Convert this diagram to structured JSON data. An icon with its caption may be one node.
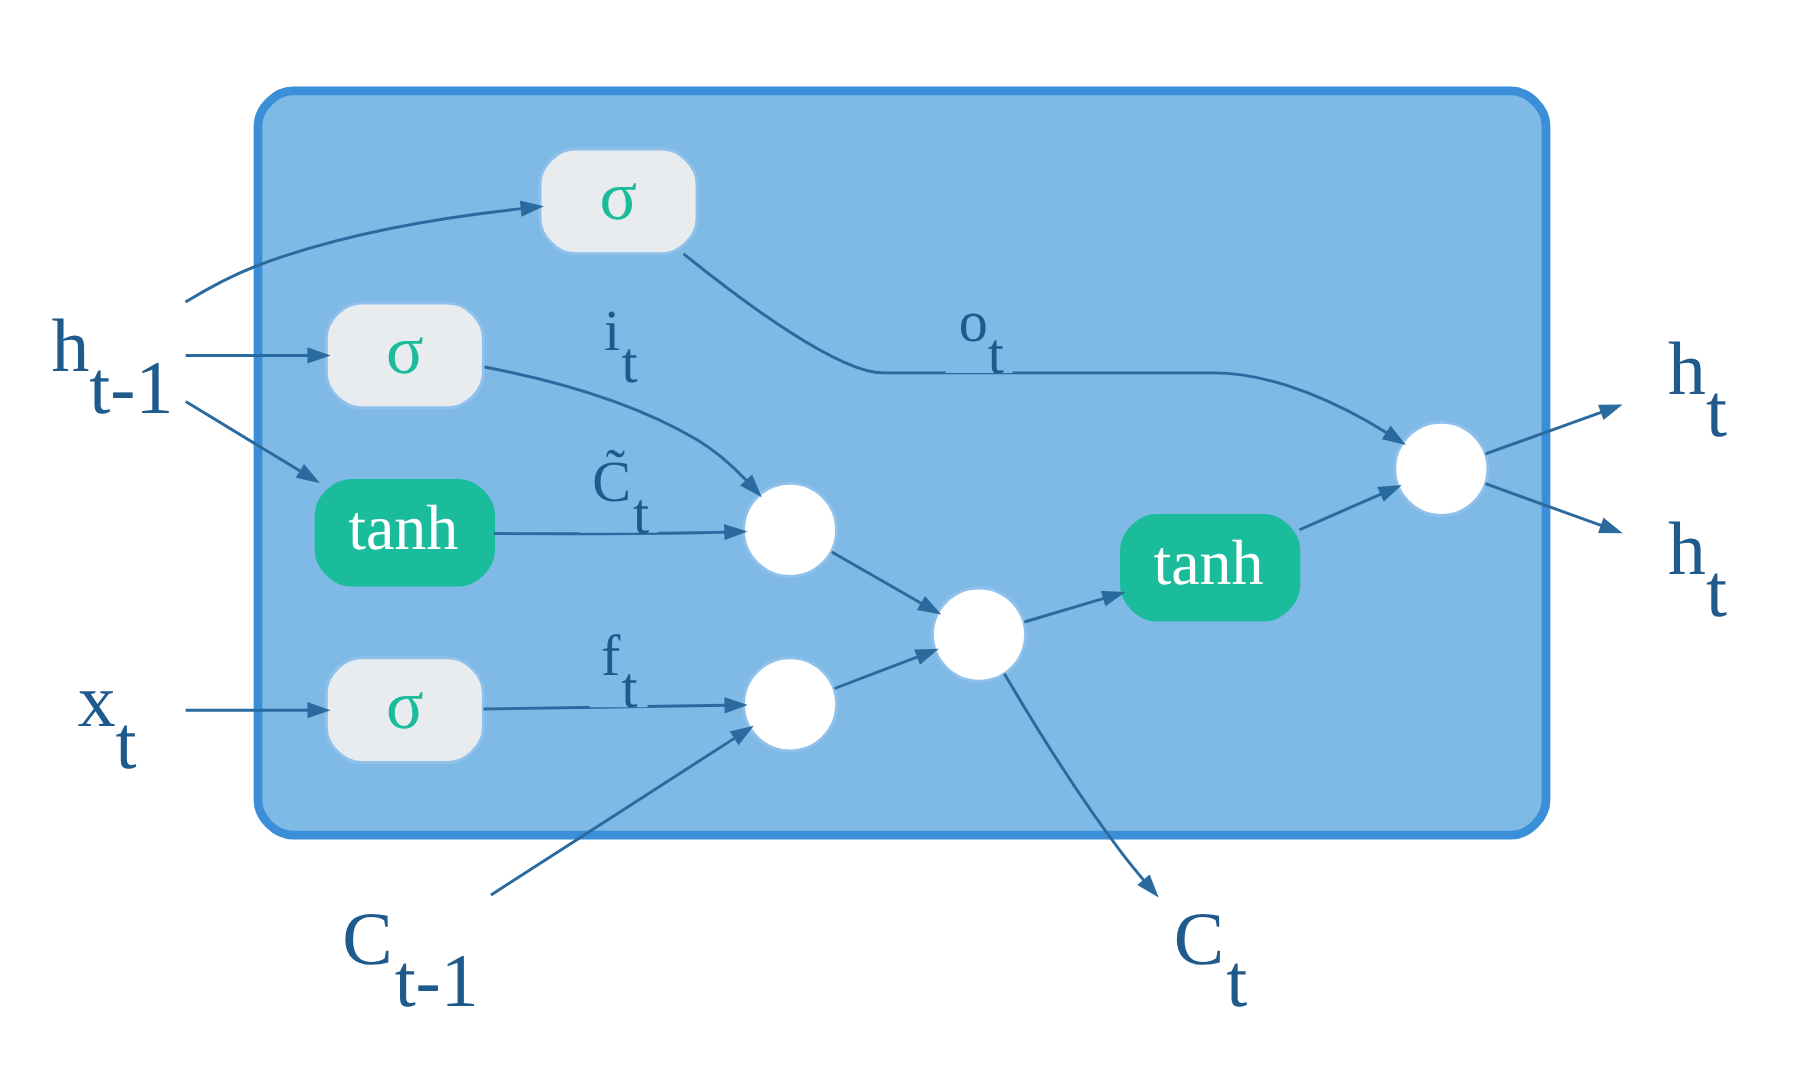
{
  "diagram": {
    "nodes": [
      {
        "text": [],
        "shape": "box"
      },
      {
        "text": [
          "C$_{t-1}$"
        ]
      },
      {
        "text": [
          "h$_{t}$"
        ]
      },
      {
        "text": [
          "C$_{t}$"
        ]
      },
      {
        "text": [
          "h$_{t-1}$"
        ]
      },
      {
        "text": [
          "h$_{t}$"
        ]
      },
      {
        "text": [
          "x$_{t}$"
        ]
      },
      {
        "text": [],
        "shape": "circle",
        "in": 0
      },
      {
        "text": [],
        "shape": "circle",
        "in": 0
      },
      {
        "text": [
          "tanh"
        ],
        "in": 0
      },
      {
        "text": [],
        "shape": "circle",
        "in": 0
      },
      {
        "text": [
          "σ"
        ],
        "in": 0
      },
      {
        "text": [
          "σ"
        ],
        "in": 0
      },
      {
        "text": [
          "tanh"
        ],
        "in": 0
      },
      {
        "text": [
          "σ"
        ],
        "in": 0
      },
      {
        "text": [],
        "shape": "circle",
        "in": 0
      }
    ],
    "edges": [
      {
        "from": 1,
        "to": 7,
        "arrow": "to"
      },
      {
        "from": 7,
        "to": 8,
        "arrow": "to"
      },
      {
        "from": 8,
        "to": 3,
        "arrow": "to"
      },
      {
        "from": 8,
        "to": 9,
        "arrow": "to"
      },
      {
        "from": 9,
        "to": 15,
        "arrow": "to"
      },
      {
        "from": 11,
        "to": 7,
        "arrow": "to",
        "label": "f$_{t}$"
      },
      {
        "from": 12,
        "to": 10,
        "arrow": "to",
        "label": "i$_{t}$"
      },
      {
        "from": 13,
        "to": 10,
        "arrow": "to",
        "label": "C̃$_{t}$"
      },
      {
        "from": 10,
        "to": 8,
        "arrow": "to"
      },
      {
        "from": 14,
        "to": 15,
        "arrow": "to",
        "label": "o$_{t}$"
      },
      {
        "from": 15,
        "to": 5,
        "arrow": "to"
      },
      {
        "from": 15,
        "to": 2,
        "arrow": "to"
      },
      {
        "from": 6,
        "to": 11,
        "arrow": "to"
      },
      {
        "from": 4,
        "to": 12,
        "arrow": "to"
      },
      {
        "from": 4,
        "to": 13,
        "arrow": "to"
      },
      {
        "from": 4,
        "to": 14,
        "arrow": "to"
      }
    ]
  }
}
